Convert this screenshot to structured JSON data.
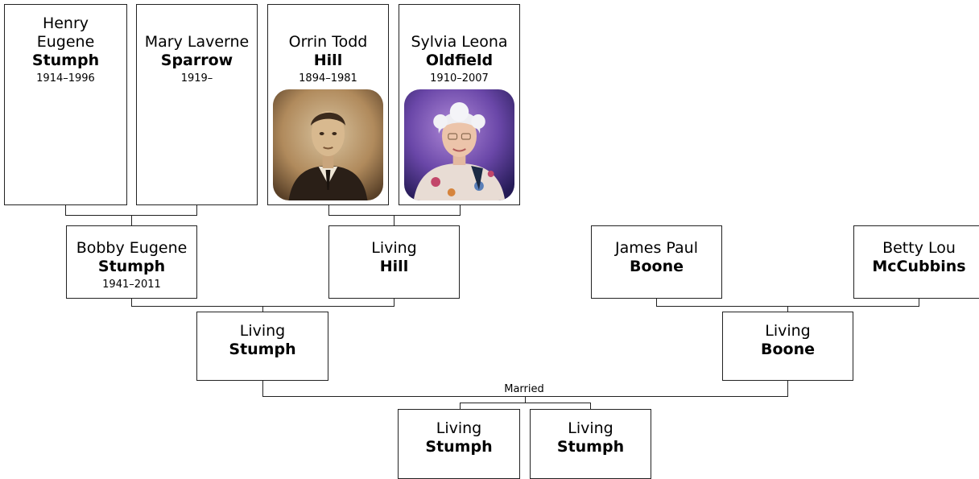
{
  "people": {
    "henry": {
      "given": "Henry Eugene",
      "surname": "Stumph",
      "dates": "1914–1996"
    },
    "mary": {
      "given": "Mary Laverne",
      "surname": "Sparrow",
      "dates": "1919–"
    },
    "orrin": {
      "given": "Orrin Todd",
      "surname": "Hill",
      "dates": "1894–1981"
    },
    "sylvia": {
      "given": "Sylvia Leona",
      "surname": "Oldfield",
      "dates": "1910–2007"
    },
    "bobby": {
      "given": "Bobby Eugene",
      "surname": "Stumph",
      "dates": "1941–2011"
    },
    "hill": {
      "given": "Living",
      "surname": "Hill"
    },
    "james": {
      "given": "James Paul",
      "surname": "Boone"
    },
    "betty": {
      "given": "Betty Lou",
      "surname": "McCubbins"
    },
    "stumph": {
      "given": "Living",
      "surname": "Stumph"
    },
    "boone": {
      "given": "Living",
      "surname": "Boone"
    },
    "child1": {
      "given": "Living",
      "surname": "Stumph"
    },
    "child2": {
      "given": "Living",
      "surname": "Stumph"
    }
  },
  "marriage_label": "Married",
  "photos": {
    "orrin": {
      "name": "portrait-photo",
      "tone": "sepia"
    },
    "sylvia": {
      "name": "portrait-photo",
      "tone": "color"
    }
  }
}
